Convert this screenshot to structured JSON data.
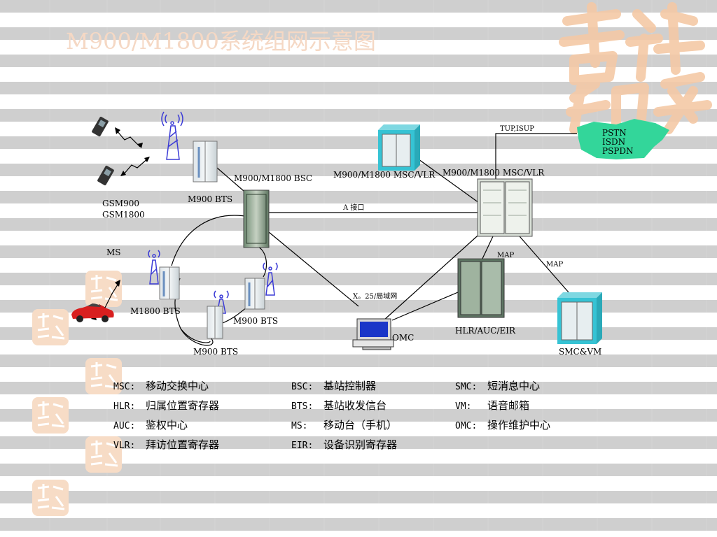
{
  "title": "M900/M1800系统组网示意图",
  "labels": {
    "bsc": "M900/M1800 BSC",
    "msc_vlr_left": "M900/M1800 MSC/VLR",
    "msc_vlr_right": "M900/M1800 MSC/VLR",
    "m900_bts_top": "M900 BTS",
    "m1800_bts": "M1800  BTS",
    "m900_bts_right": "M900  BTS",
    "m900_bts_bottom": "M900  BTS",
    "gsm900": "GSM900",
    "gsm1800": "GSM1800",
    "ms": "MS",
    "a_interface": "A 接口",
    "x25": "X。25/局域网",
    "omc": "OMC",
    "hlr": "HLR/AUC/EIR",
    "smc_vm": "SMC&VM",
    "map_left": "MAP",
    "map_right": "MAP",
    "tup_isup": "TUP,ISUP"
  },
  "cloud": {
    "line1": "PSTN",
    "line2": "ISDN",
    "line3": "PSPDN",
    "color": "#33d69a"
  },
  "legend": {
    "col1": [
      {
        "key": "MSC:",
        "value": "移动交换中心"
      },
      {
        "key": "HLR:",
        "value": "归属位置寄存器"
      },
      {
        "key": "AUC:",
        "value": "鉴权中心"
      },
      {
        "key": "VLR:",
        "value": "拜访位置寄存器"
      }
    ],
    "col2": [
      {
        "key": "BSC:",
        "value": "基站控制器"
      },
      {
        "key": "BTS:",
        "value": "基站收发信台"
      },
      {
        "key": "MS:",
        "value": "移动台（手机）"
      },
      {
        "key": "EIR:",
        "value": "设备识别寄存器"
      }
    ],
    "col3": [
      {
        "key": "SMC:",
        "value": "短消息中心"
      },
      {
        "key": "VM:",
        "value": "语音邮箱"
      },
      {
        "key": "OMC:",
        "value": "操作维护中心"
      }
    ]
  },
  "colors": {
    "title": "#f5d8c4",
    "seal": "#f4c9a6",
    "antenna": "#3b3bd6",
    "rack_teal": "#36c3d4",
    "car": "#d81f1f"
  },
  "seal_text": "吉祥如意"
}
